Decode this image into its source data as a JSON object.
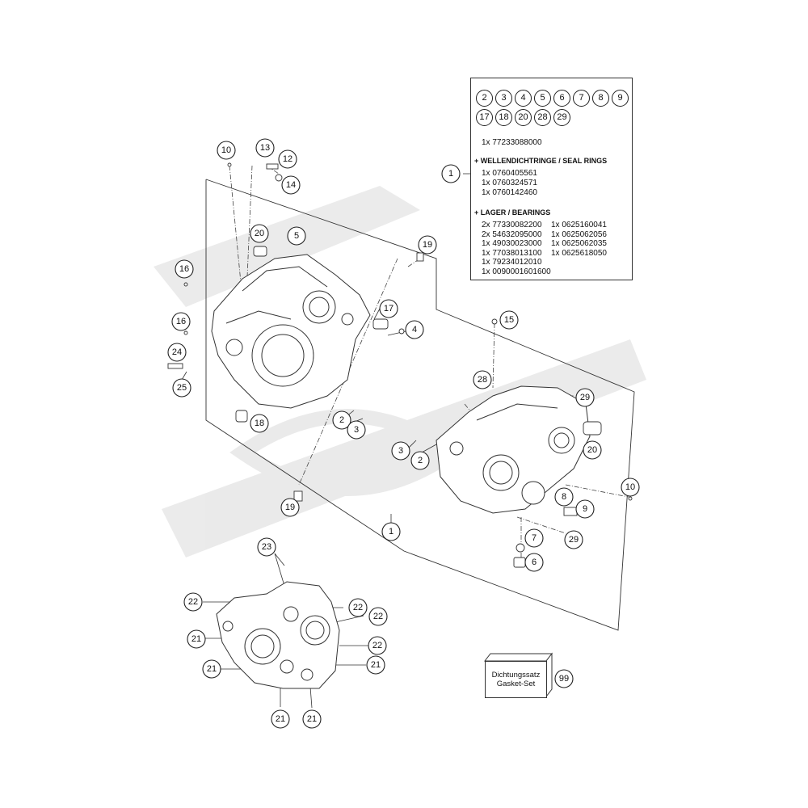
{
  "callouts": {
    "c1a": "1",
    "c1b": "1",
    "c2a": "2",
    "c2b": "2",
    "c3a": "3",
    "c3b": "3",
    "c4": "4",
    "c5": "5",
    "c6": "6",
    "c7": "7",
    "c8": "8",
    "c9": "9",
    "c10a": "10",
    "c10b": "10",
    "c12": "12",
    "c13": "13",
    "c14": "14",
    "c15": "15",
    "c16a": "16",
    "c16b": "16",
    "c17": "17",
    "c18": "18",
    "c19a": "19",
    "c19b": "19",
    "c20a": "20",
    "c20b": "20",
    "c21a": "21",
    "c21b": "21",
    "c21c": "21",
    "c21d": "21",
    "c21e": "21",
    "c22a": "22",
    "c22b": "22",
    "c22c": "22",
    "c22d": "22",
    "c23": "23",
    "c24": "24",
    "c25": "25",
    "c28": "28",
    "c29a": "29",
    "c29b": "29",
    "c99": "99"
  },
  "info_box": {
    "row1": [
      "2",
      "3",
      "4",
      "5",
      "6",
      "7",
      "8",
      "9"
    ],
    "row2": [
      "17",
      "18",
      "20",
      "28",
      "29"
    ],
    "main_part": "1x 77233088000",
    "seal_heading": "+ WELLENDICHTRINGE / SEAL RINGS",
    "seal_rings": [
      "1x 0760405561",
      "1x 0760324571",
      "1x 0760142460"
    ],
    "bearing_heading": "+ LAGER / BEARINGS",
    "bearings_left": [
      "2x 77330082200",
      "2x 54632095000",
      "1x 49030023000",
      "1x 77038013100",
      "1x 79234012010",
      "1x 0090001601600"
    ],
    "bearings_right": [
      "1x 0625160041",
      "1x 0625062056",
      "1x 0625062035",
      "1x 0625618050",
      "",
      ""
    ]
  },
  "gasket_set": {
    "label_de": "Dichtungssatz",
    "label_en": "Gasket-Set"
  }
}
